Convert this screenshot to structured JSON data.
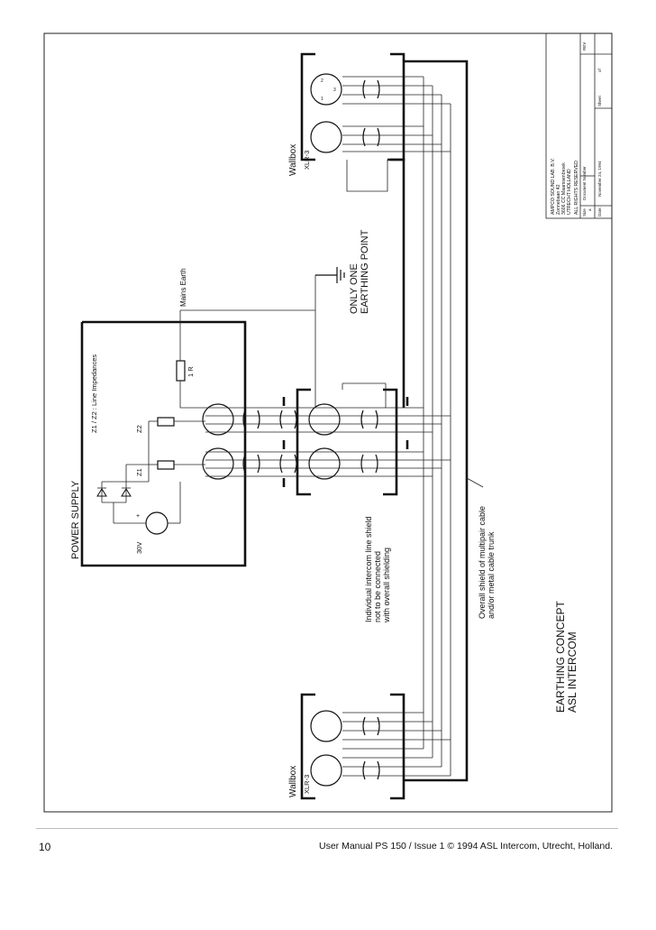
{
  "diagram": {
    "title_lines": [
      "EARTHING CONCEPT",
      "ASL INTERCOM"
    ],
    "power_supply_label": "POWER SUPPLY",
    "voltage_label": "30V",
    "plus_sign": "+",
    "impedance_label": "Z1 / Z2 : Line Impedances",
    "z1_label": "Z1",
    "z2_label": "Z2",
    "resistor_label": "1 R",
    "mains_earth_label": "Mains Earth",
    "earthing_point_lines": [
      "ONLY ONE",
      "EARTHING POINT"
    ],
    "wallbox_label": "Wallbox",
    "xlr_label": "XLR-3",
    "pin_labels": [
      "1",
      "2",
      "3"
    ],
    "shield_note_lines": [
      "Individual intercom line shield",
      "not to be connected",
      "with overall shielding"
    ],
    "overall_shield_lines": [
      "Overall shield of multipair cable",
      "and/or metal cable trunk"
    ],
    "title_block": {
      "company_lines": [
        "AMPCO SOUND LAB. B.V.",
        "Zonnebaan 42",
        "3606 CC Maarssenbroek",
        "UTRECHT HOLLAND",
        "ALL RIGHTS RESERVED"
      ],
      "size_label": "Size",
      "size_value": "a",
      "docnum_label": "Document Number",
      "rev_label": "REV",
      "date_label": "Date:",
      "date_value": "November 24, 1994",
      "sheet_label": "Sheet",
      "of_label": "of"
    }
  },
  "footer": {
    "page_number": "10",
    "text": "User Manual PS 150 / Issue 1 © 1994  ASL Intercom, Utrecht, Holland."
  }
}
